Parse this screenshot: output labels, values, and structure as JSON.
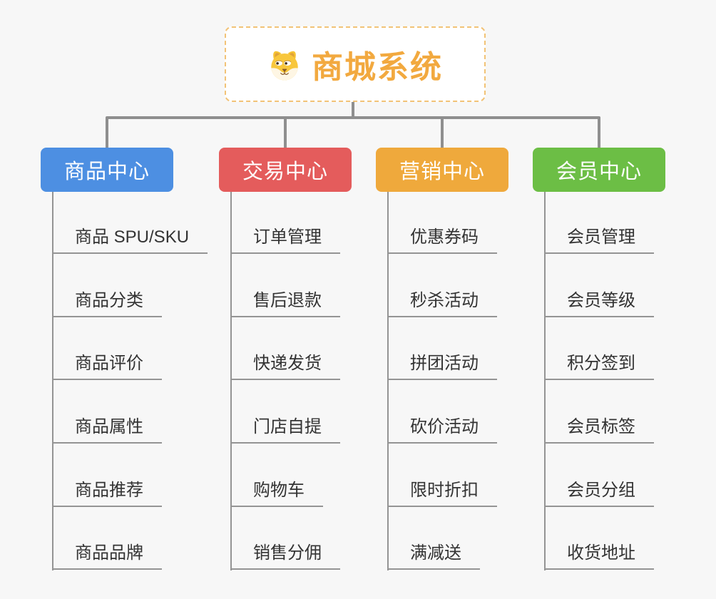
{
  "root": {
    "title": "商城系统",
    "title_color": "#F2A93F",
    "border_color": "#F2C377",
    "icon": "doge-icon"
  },
  "connector_color": "#8F8F8F",
  "underline_color": "#949494",
  "background_color": "#F7F7F7",
  "branches": [
    {
      "label": "商品中心",
      "color": "#4D8FE2",
      "items": [
        "商品 SPU/SKU",
        "商品分类",
        "商品评价",
        "商品属性",
        "商品推荐",
        "商品品牌"
      ]
    },
    {
      "label": "交易中心",
      "color": "#E45C5C",
      "items": [
        "订单管理",
        "售后退款",
        "快递发货",
        "门店自提",
        "购物车",
        "销售分佣"
      ]
    },
    {
      "label": "营销中心",
      "color": "#EFA93C",
      "items": [
        "优惠券码",
        "秒杀活动",
        "拼团活动",
        "砍价活动",
        "限时折扣",
        "满减送"
      ]
    },
    {
      "label": "会员中心",
      "color": "#6CBE45",
      "items": [
        "会员管理",
        "会员等级",
        "积分签到",
        "会员标签",
        "会员分组",
        "收货地址"
      ]
    }
  ]
}
